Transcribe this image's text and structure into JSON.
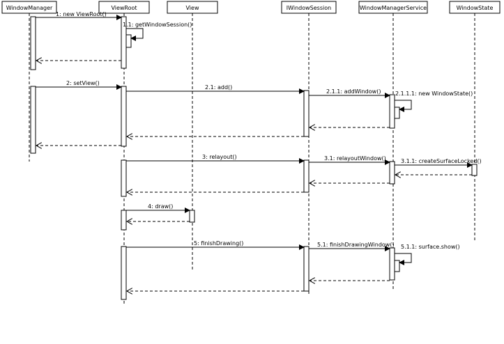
{
  "participants": [
    {
      "id": "wm",
      "name": "WindowManager"
    },
    {
      "id": "vr",
      "name": "ViewRoot"
    },
    {
      "id": "view",
      "name": "View"
    },
    {
      "id": "iws",
      "name": "IWindowSession"
    },
    {
      "id": "wms",
      "name": "WindowManagerService"
    },
    {
      "id": "ws",
      "name": "WindowState"
    }
  ],
  "messages": [
    {
      "id": "m1",
      "label": "1: new ViewRoot()",
      "from": "wm",
      "to": "vr",
      "kind": "call"
    },
    {
      "id": "m1_1",
      "label": "1.1: getWindowSession()",
      "from": "vr",
      "to": "vr",
      "kind": "self"
    },
    {
      "id": "r1",
      "label": "",
      "from": "vr",
      "to": "wm",
      "kind": "return"
    },
    {
      "id": "m2",
      "label": "2: setView()",
      "from": "wm",
      "to": "vr",
      "kind": "call"
    },
    {
      "id": "m2_1",
      "label": "2.1: add()",
      "from": "vr",
      "to": "iws",
      "kind": "call"
    },
    {
      "id": "m2_1_1",
      "label": "2.1.1: addWindow()",
      "from": "iws",
      "to": "wms",
      "kind": "call"
    },
    {
      "id": "m2_1_1_1",
      "label": "2.1.1.1: new WindowState()",
      "from": "wms",
      "to": "wms",
      "kind": "self"
    },
    {
      "id": "r2a",
      "label": "",
      "from": "wms",
      "to": "iws",
      "kind": "return"
    },
    {
      "id": "r2b",
      "label": "",
      "from": "iws",
      "to": "vr",
      "kind": "return"
    },
    {
      "id": "r2c",
      "label": "",
      "from": "vr",
      "to": "wm",
      "kind": "return"
    },
    {
      "id": "m3",
      "label": "3: relayout()",
      "from": "vr",
      "to": "iws",
      "kind": "call"
    },
    {
      "id": "m3_1",
      "label": "3.1: relayoutWindow()",
      "from": "iws",
      "to": "wms",
      "kind": "call"
    },
    {
      "id": "m3_1_1",
      "label": "3.1.1: createSurfaceLocked()",
      "from": "wms",
      "to": "ws",
      "kind": "call"
    },
    {
      "id": "r3a",
      "label": "",
      "from": "ws",
      "to": "wms",
      "kind": "return"
    },
    {
      "id": "r3b",
      "label": "",
      "from": "wms",
      "to": "iws",
      "kind": "return"
    },
    {
      "id": "r3c",
      "label": "",
      "from": "iws",
      "to": "vr",
      "kind": "return"
    },
    {
      "id": "m4",
      "label": "4: draw()",
      "from": "vr",
      "to": "view",
      "kind": "call"
    },
    {
      "id": "r4",
      "label": "",
      "from": "view",
      "to": "vr",
      "kind": "return"
    },
    {
      "id": "m5",
      "label": "5: finishDrawing()",
      "from": "vr",
      "to": "iws",
      "kind": "call"
    },
    {
      "id": "m5_1",
      "label": "5.1: finishDrawingWindow()",
      "from": "iws",
      "to": "wms",
      "kind": "call"
    },
    {
      "id": "m5_1_1",
      "label": "5.1.1: surface.show()",
      "from": "wms",
      "to": "wms",
      "kind": "self"
    },
    {
      "id": "r5a",
      "label": "",
      "from": "wms",
      "to": "iws",
      "kind": "return"
    },
    {
      "id": "r5b",
      "label": "",
      "from": "iws",
      "to": "vr",
      "kind": "return"
    }
  ]
}
